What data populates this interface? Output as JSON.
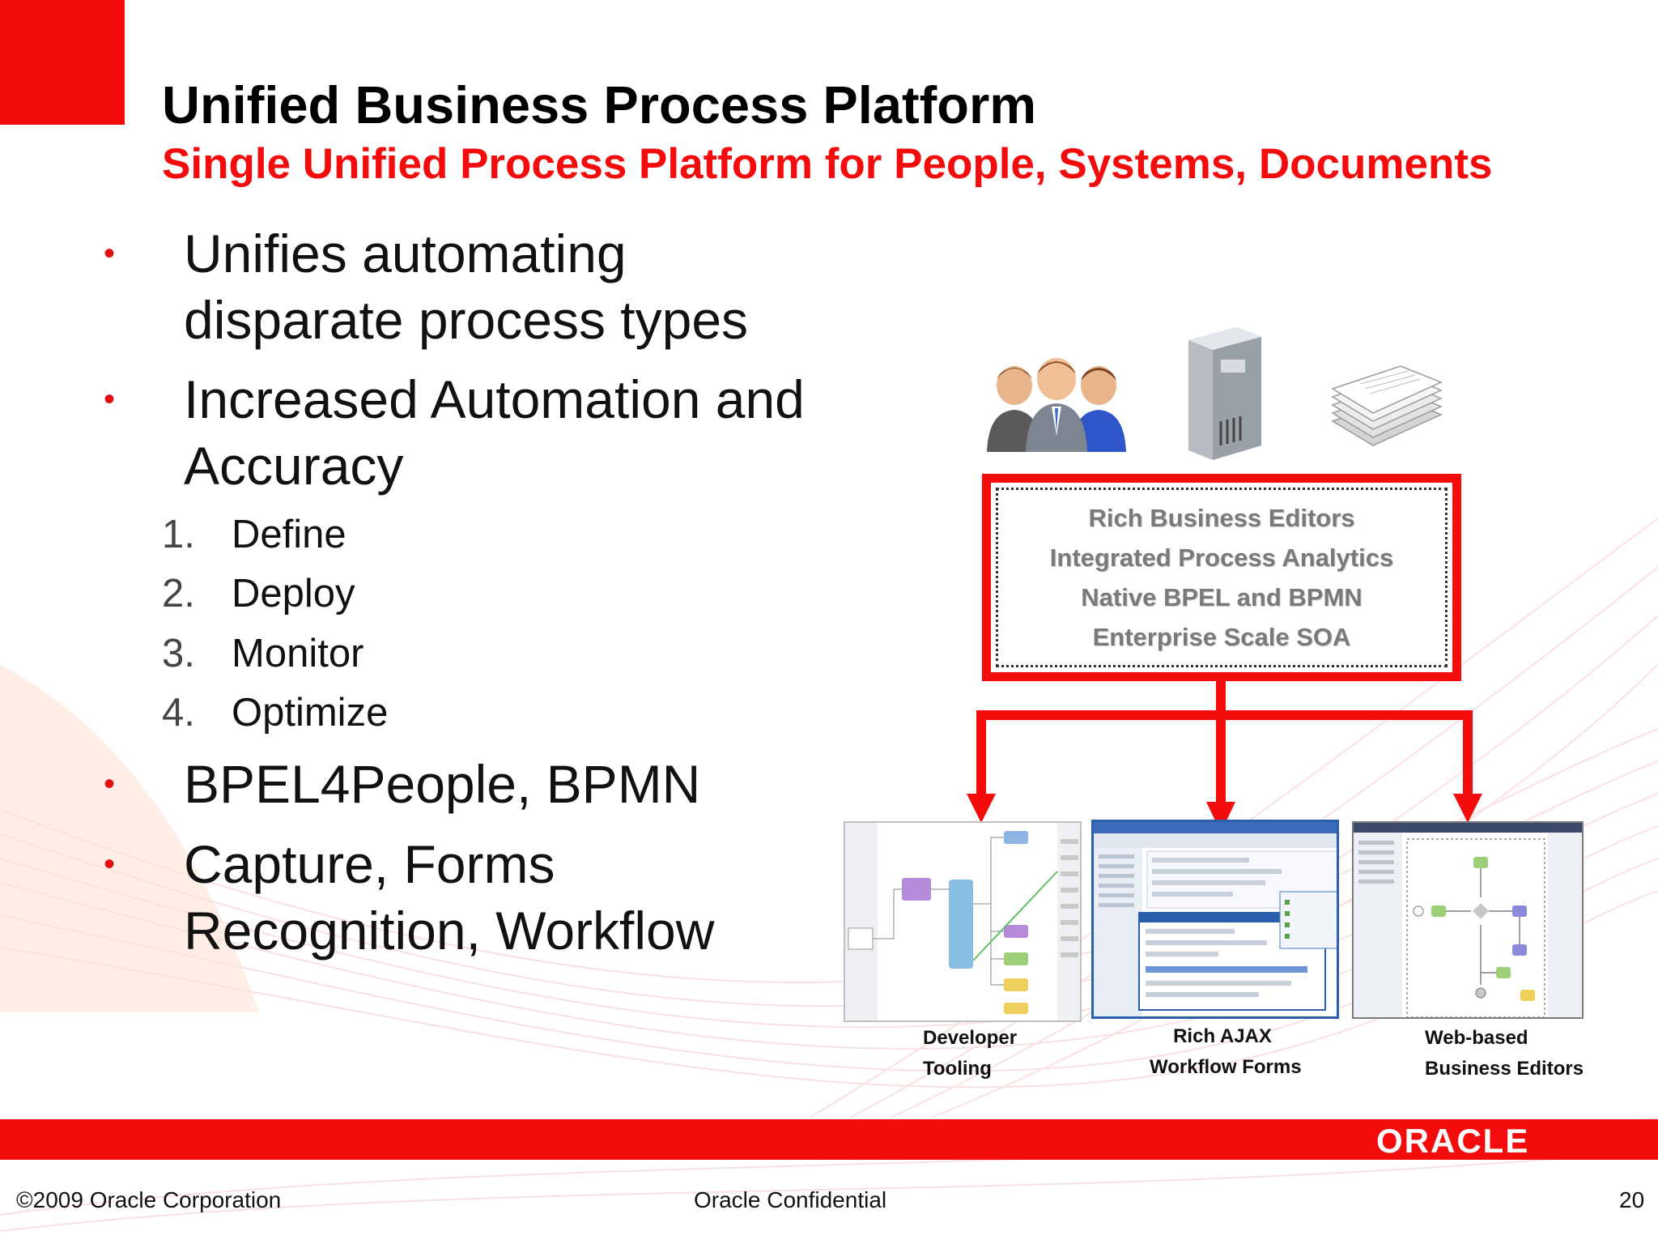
{
  "slide": {
    "title": "Unified Business Process Platform",
    "subtitle": "Single Unified Process Platform for People, Systems, Documents"
  },
  "bullets": [
    {
      "symbol": "•",
      "line1": "Unifies automating",
      "line2": "disparate process types"
    },
    {
      "symbol": "•",
      "line1": "Increased Automation and",
      "line2": "Accuracy"
    },
    {
      "symbol": "•",
      "line1": "BPEL4People, BPMN",
      "line2": ""
    },
    {
      "symbol": "•",
      "line1": "Capture, Forms",
      "line2": "Recognition, Workflow"
    }
  ],
  "steps": [
    {
      "num": "1.",
      "label": "Define"
    },
    {
      "num": "2.",
      "label": "Deploy"
    },
    {
      "num": "3.",
      "label": "Monitor"
    },
    {
      "num": "4.",
      "label": "Optimize"
    }
  ],
  "platform_box": {
    "lines": [
      "Rich Business Editors",
      "Integrated Process Analytics",
      "Native BPEL and BPMN",
      "Enterprise Scale SOA"
    ]
  },
  "icons": [
    "people-icon",
    "server-icon",
    "documents-icon"
  ],
  "thumbnails": [
    {
      "line1": "Developer",
      "line2": "Tooling"
    },
    {
      "line1": "Rich AJAX",
      "line2": "Workflow Forms"
    },
    {
      "line1": "Web-based",
      "line2": "Business Editors"
    }
  ],
  "brand": {
    "logo": "ORACLE",
    "accent": "#f40b0b"
  },
  "footer": {
    "copyright": "©2009 Oracle Corporation",
    "confidential": "Oracle Confidential",
    "page": "20"
  }
}
